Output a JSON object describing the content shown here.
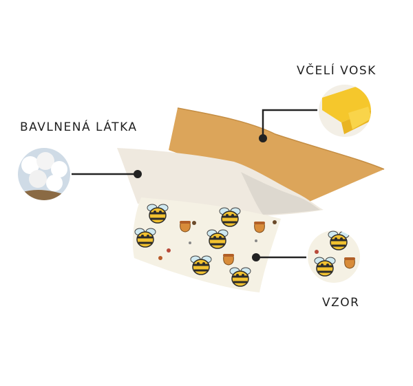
{
  "labels": {
    "beeswax": "VČELÍ VOSK",
    "cotton": "BAVLNENÁ LÁTKA",
    "pattern": "VZOR"
  },
  "colors": {
    "wax_sheet": "#dca55a",
    "cotton_sheet": "#efe9df",
    "pattern_bg": "#f5f1e4",
    "bee_yellow": "#f2c230",
    "bee_dark": "#2b2b2b",
    "leader_line": "#222222"
  },
  "icons": {
    "cotton": "cotton-balls-photo",
    "wax": "beeswax-block-photo",
    "pattern": "bee-pattern-closeup"
  }
}
